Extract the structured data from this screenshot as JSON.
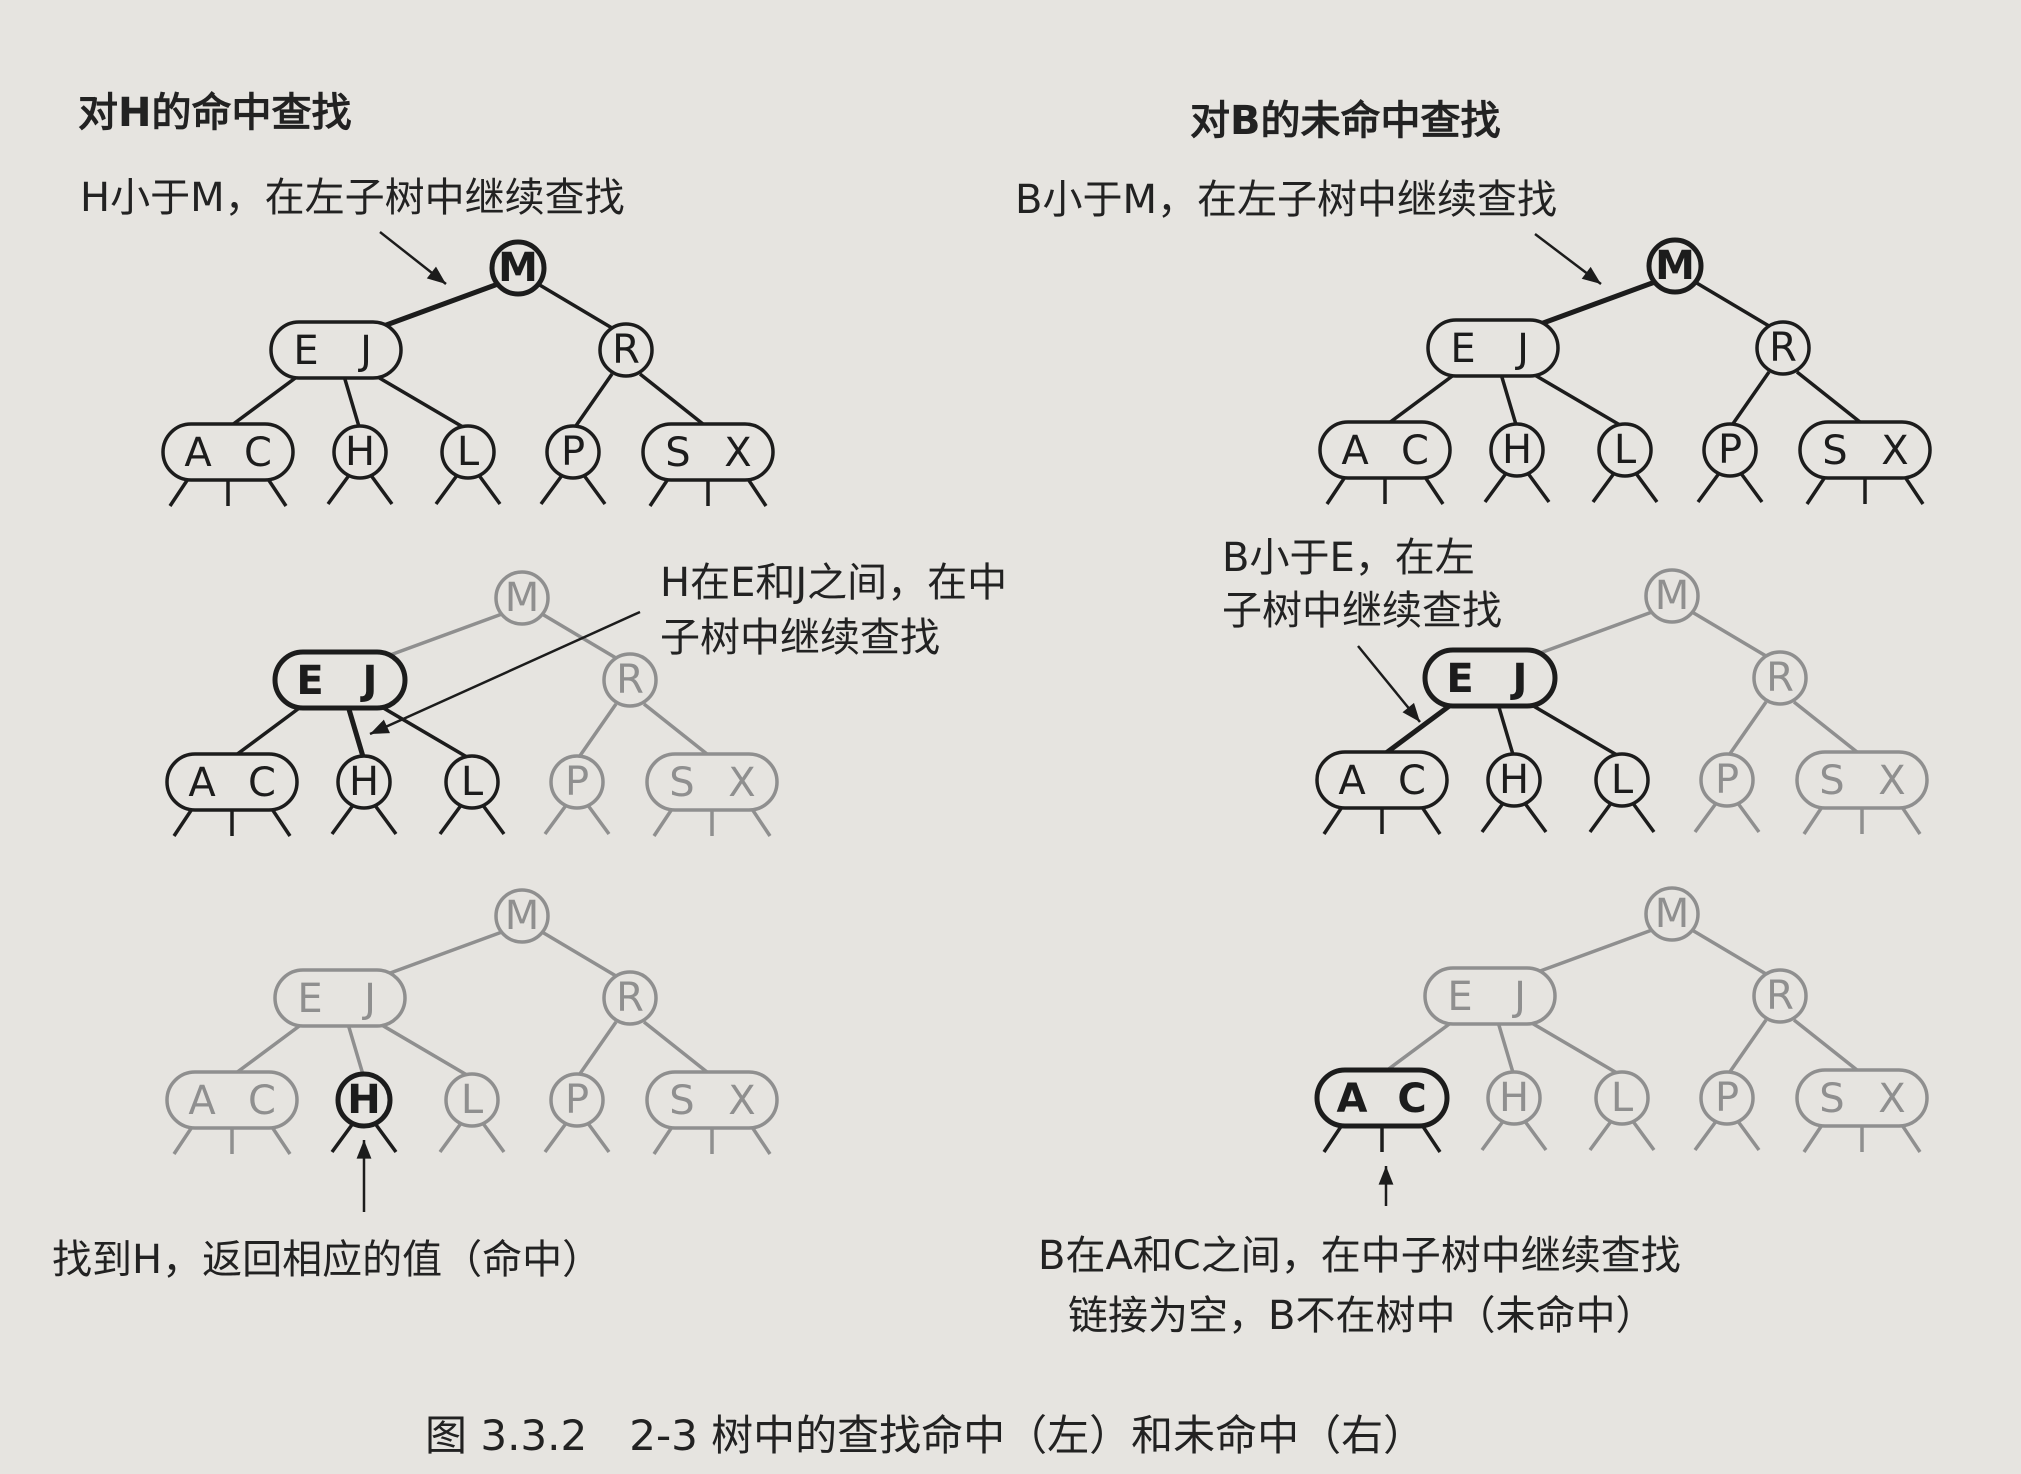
{
  "left": {
    "title": "对H的命中查找",
    "step1_note": "H小于M，在左子树中继续查找",
    "step2_note": [
      "H在E和J之间，在中",
      "子树中继续查找"
    ],
    "result_note": "找到H，返回相应的值（命中）"
  },
  "right": {
    "title": "对B的未命中查找",
    "step1_note": "B小于M，在左子树中继续查找",
    "step2_note": [
      "B小于E，在左",
      "子树中继续查找"
    ],
    "result_note": [
      "B在A和C之间，在中子树中继续查找",
      "链接为空，B不在树中（未命中）"
    ]
  },
  "caption": "图 3.3.2　2-3 树中的查找命中（左）和未命中（右）",
  "tree": {
    "root": "M",
    "level1": [
      "E J",
      "R"
    ],
    "leaves": [
      "A C",
      "H",
      "L",
      "P",
      "S X"
    ]
  },
  "colors": {
    "highlight": "#1c1c1c",
    "dimmed": "#8f8f8f",
    "paper": "#e6e4e0"
  }
}
